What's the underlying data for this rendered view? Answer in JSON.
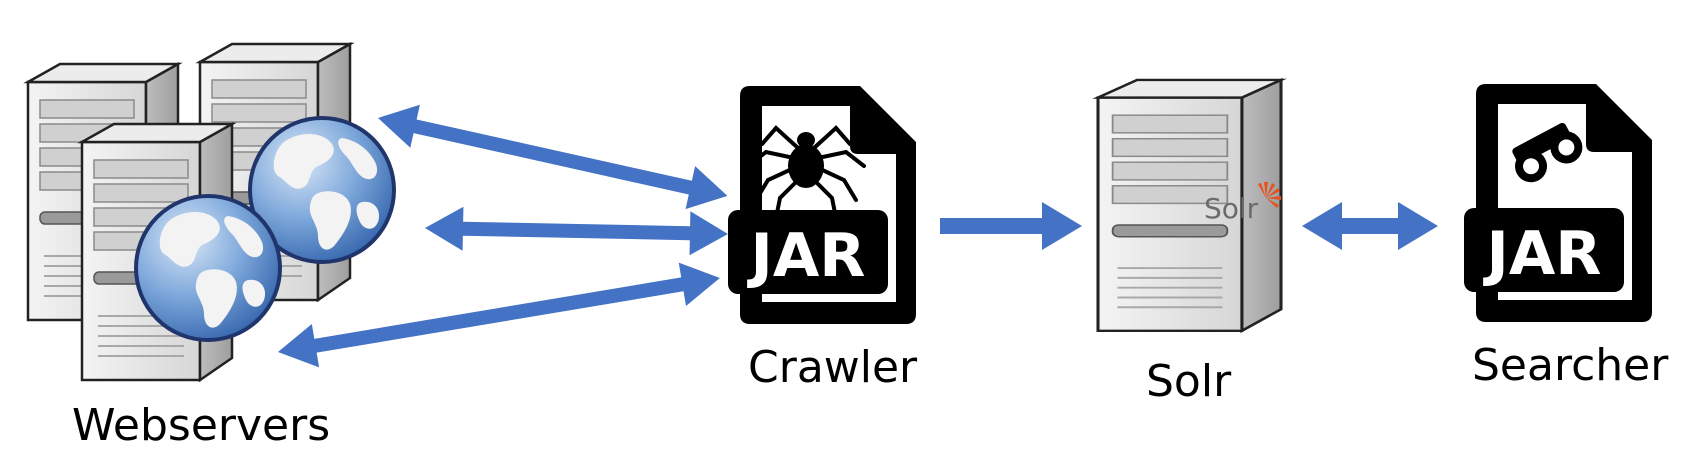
{
  "nodes": {
    "webservers": {
      "label": "Webservers"
    },
    "crawler": {
      "label": "Crawler",
      "file_badge": "JAR"
    },
    "solr": {
      "label": "Solr",
      "logo_text": "Solr"
    },
    "searcher": {
      "label": "Searcher",
      "file_badge": "JAR"
    }
  },
  "connections": [
    {
      "from": "webservers",
      "to": "crawler",
      "direction": "both"
    },
    {
      "from": "webservers",
      "to": "crawler",
      "direction": "both"
    },
    {
      "from": "webservers",
      "to": "crawler",
      "direction": "both"
    },
    {
      "from": "crawler",
      "to": "solr",
      "direction": "forward"
    },
    {
      "from": "solr",
      "to": "searcher",
      "direction": "both"
    }
  ],
  "colors": {
    "arrow": "#4472C4",
    "server_body": "#e4e4e4",
    "server_side": "#c2c2c2",
    "outline": "#111111",
    "globe_ocean": "#5d8cc9",
    "globe_land": "#f2f2f2",
    "logo_accent": "#e8501c"
  }
}
